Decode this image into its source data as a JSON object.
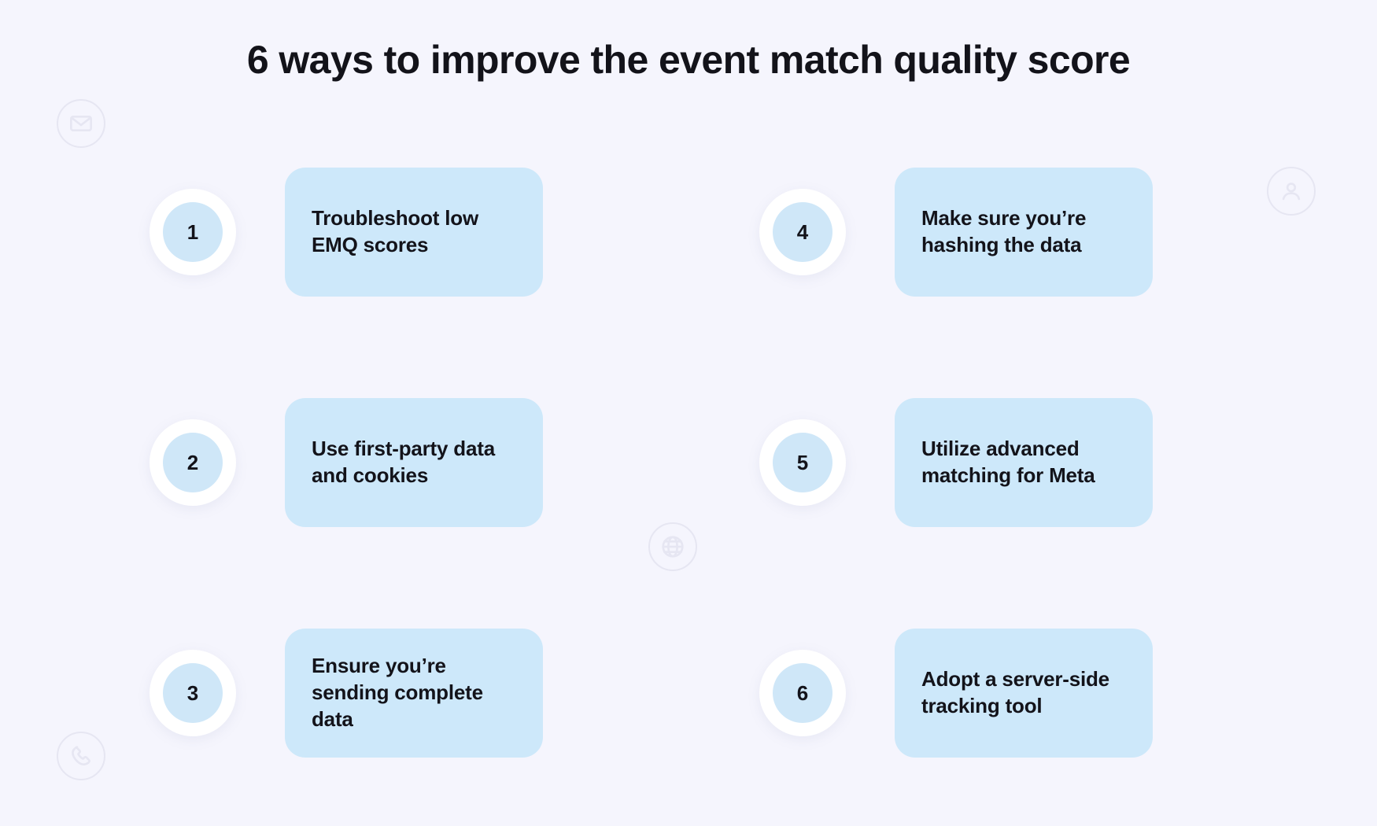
{
  "page": {
    "title": "6 ways to improve the event match quality score",
    "background_color": "#f5f5fd",
    "card_color": "#cde8fa",
    "badge_ring_color": "#ffffff",
    "badge_inner_color": "#cfe7f8",
    "text_color": "#13131a",
    "decor_color": "#e6e6f2"
  },
  "decorations": [
    {
      "name": "mail-icon",
      "label": "envelope"
    },
    {
      "name": "user-icon",
      "label": "person"
    },
    {
      "name": "globe-icon",
      "label": "globe"
    },
    {
      "name": "phone-icon",
      "label": "phone"
    }
  ],
  "steps": [
    {
      "number": "1",
      "text": "Troubleshoot low EMQ scores"
    },
    {
      "number": "2",
      "text": "Use first-party data and cookies"
    },
    {
      "number": "3",
      "text": "Ensure you’re sending complete data"
    },
    {
      "number": "4",
      "text": "Make sure you’re hashing the data"
    },
    {
      "number": "5",
      "text": "Utilize advanced matching for Meta"
    },
    {
      "number": "6",
      "text": "Adopt a server-side tracking tool"
    }
  ]
}
